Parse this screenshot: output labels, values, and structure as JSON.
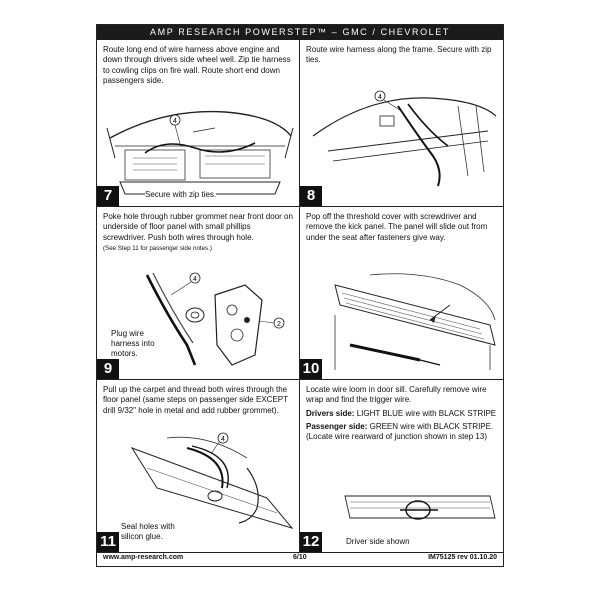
{
  "header": {
    "title": "AMP RESEARCH POWERSTEP™ – GMC / CHEVROLET"
  },
  "steps": [
    {
      "number": "7",
      "text": "Route long end of wire harness above engine and down through drivers side wheel well. Zip tie harness to cowling clips on fire wall. Route short end down passengers side.",
      "caption": "Secure with zip ties.",
      "callout": "4"
    },
    {
      "number": "8",
      "text": "Route wire harness along the frame. Secure with zip ties.",
      "callout": "4"
    },
    {
      "number": "9",
      "text": "Poke hole through rubber grommet near front door on underside of floor panel with small phillips screwdriver. Push both wires through hole.",
      "note": "(See Step 11 for passenger side notes.)",
      "caption": "Plug wire harness into motors.",
      "callouts": [
        "4",
        "2"
      ]
    },
    {
      "number": "10",
      "text": "Pop off the threshold cover with screwdriver and remove the kick panel. The panel will slide out from under the seat after fasteners give way."
    },
    {
      "number": "11",
      "text": "Pull up the carpet and thread both wires through the floor panel (same steps on passenger side EXCEPT drill 9/32\" hole in metal and add rubber grommet).",
      "caption": "Seal holes with silicon glue.",
      "callout": "4"
    },
    {
      "number": "12",
      "text": "Locate wire loom in door sill. Carefully remove wire wrap and find the trigger wire.",
      "drivers_label": "Drivers side:",
      "drivers_text": " LIGHT BLUE wire with BLACK STRIPE",
      "passenger_label": "Passenger side:",
      "passenger_text": " GREEN wire with BLACK STRIPE. (Locate wire rearward of junction shown in step 13)",
      "caption": "Driver side shown"
    }
  ],
  "footer": {
    "website": "www.amp-research.com",
    "page": "6/10",
    "doc_id": "IM75125 rev 01.10.20"
  }
}
